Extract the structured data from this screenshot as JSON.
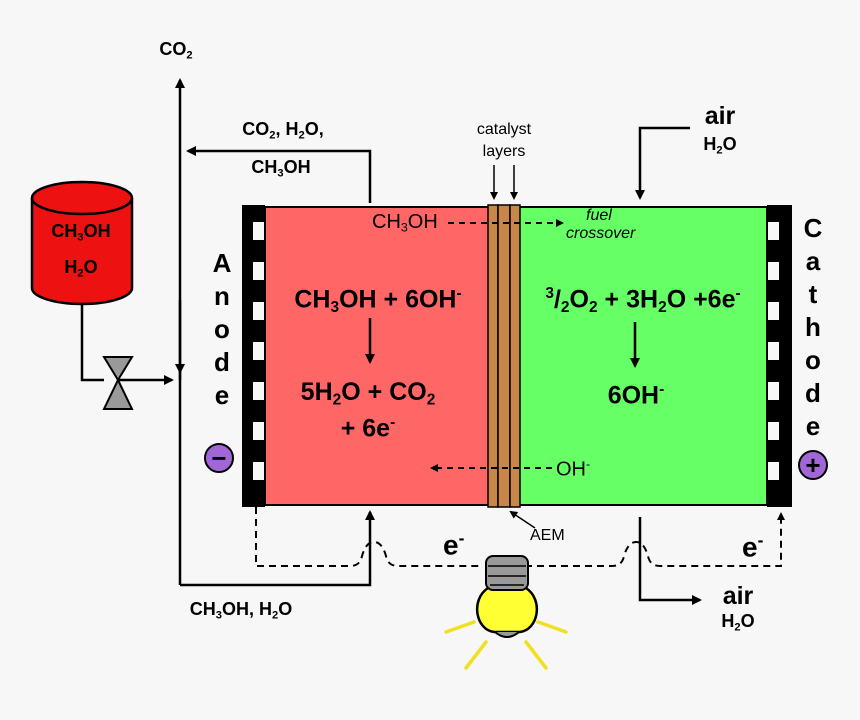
{
  "tank": {
    "line1": {
      "a": "CH",
      "s": "3",
      "b": "OH"
    },
    "line2": {
      "a": "H",
      "s": "2",
      "b": "O"
    },
    "color": "#ee1111"
  },
  "co2_out": {
    "a": "CO",
    "s": "2"
  },
  "anode_exhaust": {
    "line1": {
      "a": "CO",
      "s1": "2",
      "b": ", H",
      "s2": "2",
      "c": "O,"
    },
    "line2": {
      "a": "CH",
      "s": "3",
      "b": "OH"
    }
  },
  "anode_feed": {
    "a": "CH",
    "s1": "3",
    "b": "OH, H",
    "s2": "2",
    "c": "O"
  },
  "catalyst_label": {
    "line1": "catalyst",
    "line2": "layers"
  },
  "air_in": {
    "line1": "air",
    "h2o": {
      "a": "H",
      "s": "2",
      "b": "O"
    }
  },
  "air_out": {
    "line1": "air",
    "h2o": {
      "a": "H",
      "s": "2",
      "b": "O"
    }
  },
  "anode_word": [
    "A",
    "n",
    "o",
    "d",
    "e"
  ],
  "cathode_word": [
    "C",
    "a",
    "t",
    "h",
    "o",
    "d",
    "e"
  ],
  "anode_sign": "−",
  "cathode_sign": "+",
  "crossover": {
    "species": {
      "a": "CH",
      "s": "3",
      "b": "OH"
    },
    "label1": "fuel",
    "label2": "crossover"
  },
  "hydroxide": {
    "a": "OH",
    "sup": "-"
  },
  "aem_label": "AEM",
  "anode_reaction": {
    "reactant": {
      "a": "CH",
      "s": "3",
      "b": "OH + 6OH",
      "sup": "-"
    },
    "product1": {
      "a": "5H",
      "s1": "2",
      "b": "O + CO",
      "s2": "2"
    },
    "product2": {
      "a": "+ 6e",
      "sup": "-"
    }
  },
  "cathode_reaction": {
    "reactant": {
      "sup1": "3",
      "a": "/",
      "s1": "2",
      "b": "O",
      "s2": "2",
      "c": " + 3H",
      "s3": "2",
      "d": "O +6e",
      "sup2": "-"
    },
    "product": {
      "a": "6OH",
      "sup": "-"
    }
  },
  "electron_left": {
    "a": "e",
    "sup": "-"
  },
  "electron_right": {
    "a": "e",
    "sup": "-"
  },
  "colors": {
    "anode": "#ff6666",
    "cathode": "#66ff66",
    "membrane": "#c8874a",
    "terminal": "#a267d6",
    "bulb": "#ffff33",
    "rays": "#f0e020"
  }
}
